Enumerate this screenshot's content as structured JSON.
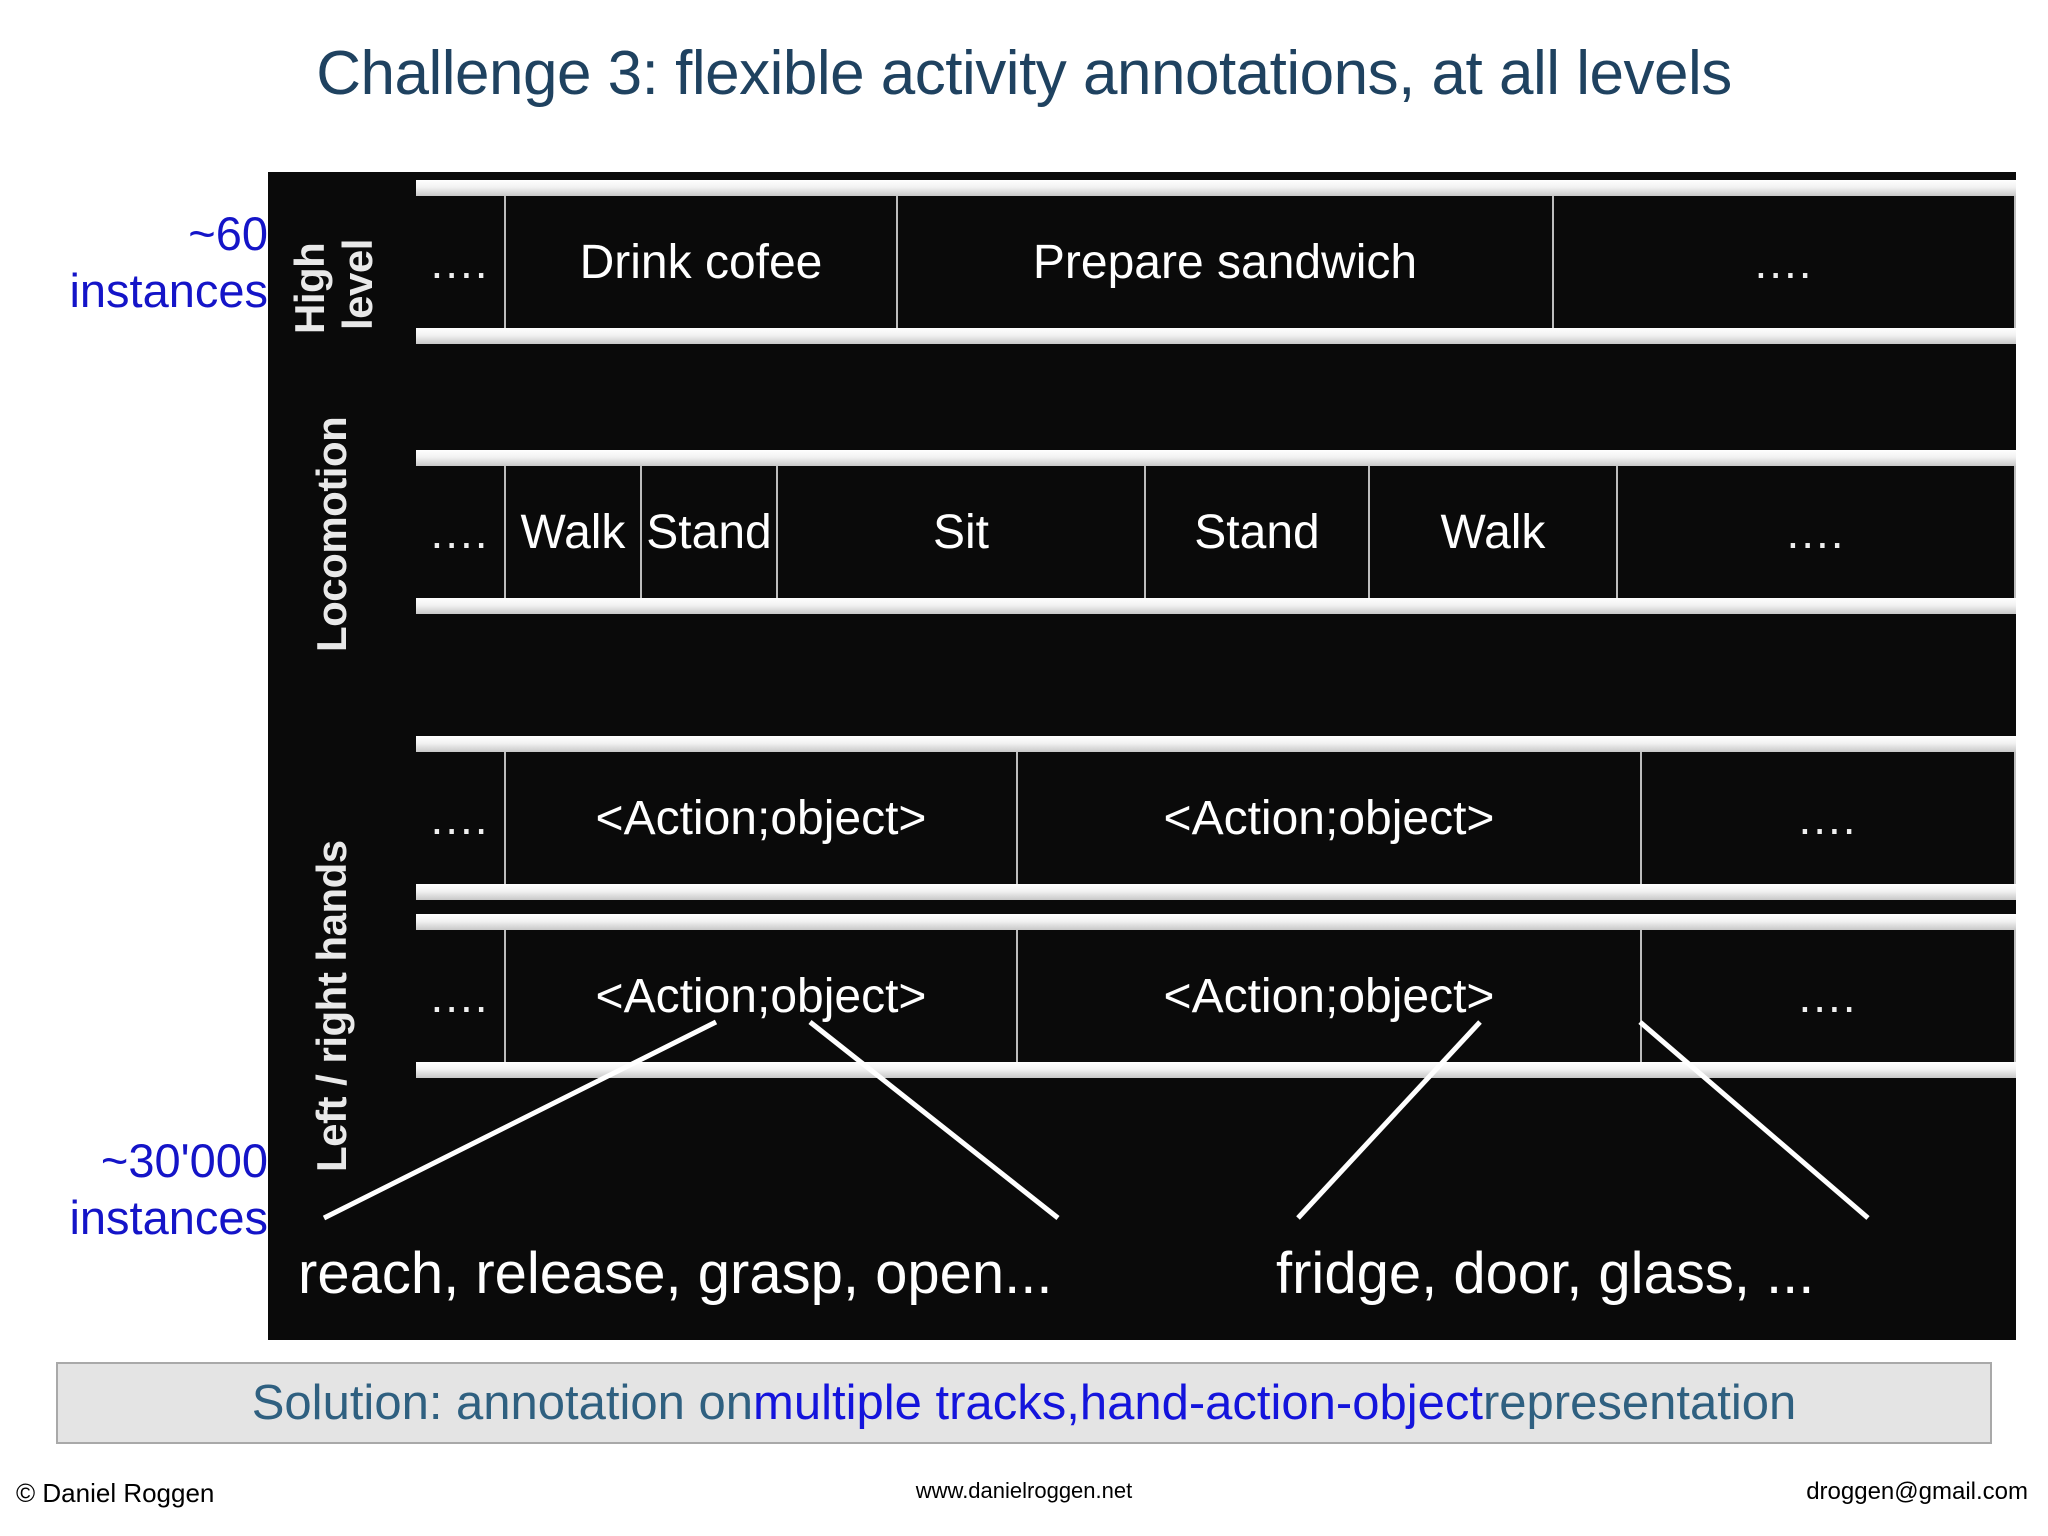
{
  "title": "Challenge 3: flexible activity annotations, at all levels",
  "side_notes": {
    "top": {
      "count": "~60",
      "unit": "instances"
    },
    "bottom": {
      "count": "~30'000",
      "unit": "instances"
    }
  },
  "colors": {
    "title": "#1f4260",
    "side_note": "#1414c8",
    "panel_background": "#0a0a0a",
    "rail": "#ffffff",
    "cell_text": "#ffffff",
    "solution_plain": "#2f6080",
    "solution_accent": "#1414dc",
    "solution_bar_background": "#e4e4e4"
  },
  "diagram": {
    "tracks": [
      {
        "name": "high-level",
        "label_lines": [
          "High",
          "level"
        ],
        "cells": [
          {
            "label": "....",
            "width": 5.5
          },
          {
            "label": "Drink cofee",
            "width": 24.5
          },
          {
            "label": "Prepare sandwich",
            "width": 41.0
          },
          {
            "label": "....",
            "width": 29.0
          }
        ]
      },
      {
        "name": "locomotion",
        "label_lines": [
          "Locomotion"
        ],
        "cells": [
          {
            "label": "....",
            "width": 5.5
          },
          {
            "label": "Walk",
            "width": 8.5
          },
          {
            "label": "Stand",
            "width": 8.5
          },
          {
            "label": "Sit",
            "width": 23.0
          },
          {
            "label": "Stand",
            "width": 14.0
          },
          {
            "label": "Walk",
            "width": 15.5
          },
          {
            "label": "....",
            "width": 25.0
          }
        ]
      },
      {
        "name": "left-hand",
        "label_lines": [
          "Left / right hands"
        ],
        "cells": [
          {
            "label": "....",
            "width": 5.5
          },
          {
            "label": "<Action;object>",
            "width": 32.0
          },
          {
            "label": "<Action;object>",
            "width": 39.0
          },
          {
            "label": "....",
            "width": 23.5
          }
        ]
      },
      {
        "name": "right-hand",
        "label_lines": [],
        "cells": [
          {
            "label": "....",
            "width": 5.5
          },
          {
            "label": "<Action;object>",
            "width": 32.0
          },
          {
            "label": "<Action;object>",
            "width": 39.0
          },
          {
            "label": "....",
            "width": 23.5
          }
        ]
      }
    ],
    "vocabulary": {
      "actions": "reach, release, grasp, open...",
      "objects": "fridge, door, glass, ..."
    }
  },
  "solution": {
    "part1": "Solution: annotation on ",
    "accent1": "multiple tracks",
    "separator": ", ",
    "accent2": "hand-action-object",
    "part2": " representation"
  },
  "footer": {
    "copyright": "© Daniel Roggen",
    "website": "www.danielroggen.net",
    "email": "droggen@gmail.com"
  }
}
